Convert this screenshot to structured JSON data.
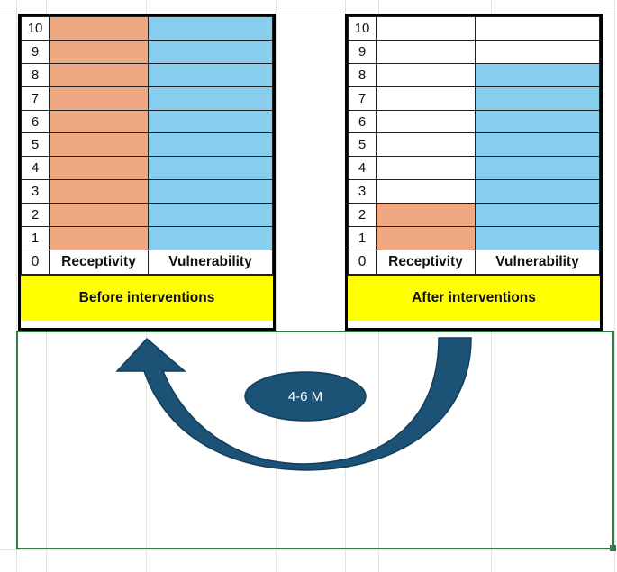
{
  "panels": [
    {
      "id": "before",
      "rows": [
        "10",
        "9",
        "8",
        "7",
        "6",
        "5",
        "4",
        "3",
        "2",
        "1"
      ],
      "zero_label": "0",
      "col1_label": "Receptivity",
      "col2_label": "Vulnerability",
      "receptivity_level": 10,
      "vulnerability_level": 10,
      "caption": "Before  interventions"
    },
    {
      "id": "after",
      "rows": [
        "10",
        "9",
        "8",
        "7",
        "6",
        "5",
        "4",
        "3",
        "2",
        "1"
      ],
      "zero_label": "0",
      "col1_label": "Receptivity",
      "col2_label": "Vulnerability",
      "receptivity_level": 2,
      "vulnerability_level": 8,
      "caption": "After interventions"
    }
  ],
  "duration": "4-6 M",
  "colors": {
    "receptivity": "#f0a882",
    "vulnerability": "#87cdee",
    "caption_bg": "#ffff00",
    "arrow": "#1b5276",
    "frame": "#2e7d44"
  }
}
